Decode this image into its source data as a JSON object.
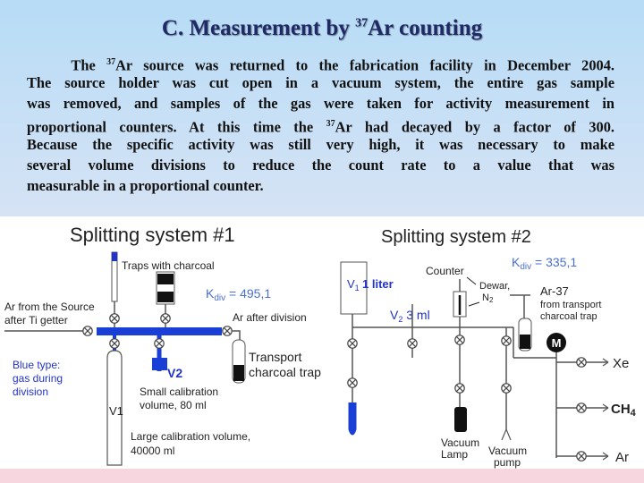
{
  "slide": {
    "title_prefix": "C. Measurement by ",
    "title_sup": "37",
    "title_suffix": "Ar counting",
    "para_lines": [
      {
        "a": "The ",
        "sup": "37",
        "b": "Ar source was returned to the fabrication facility in December 2004."
      },
      {
        "a": "The source holder was cut open in a vacuum system, the entire gas sample"
      },
      {
        "a": "was removed, and samples of the gas were taken for activity measurement in"
      },
      {
        "a": "proportional counters. At this time the ",
        "sup": "37",
        "b": "Ar had decayed by a factor of 300."
      },
      {
        "a": "Because the specific activity was still very high, it was necessary to make"
      },
      {
        "a": "several volume divisions to reduce the count rate to a value that was"
      },
      {
        "a": "measurable in a proportional counter."
      }
    ]
  },
  "diagram1": {
    "title": "Splitting system #1",
    "traps": "Traps with charcoal",
    "kdiv": "K",
    "kdiv_sub": "div",
    "kdiv_val": " = 495,1",
    "source_line1": "Ar from the Source",
    "source_line2": "after Ti getter",
    "after_division": "Ar after division",
    "transport_line1": "Transport",
    "transport_line2": "charcoal trap",
    "blue_line1": "Blue type:",
    "blue_line2": "gas during",
    "blue_line3": "division",
    "v2": "V2",
    "v1": "V1",
    "small_line1": "Small calibration",
    "small_line2": "volume, 80 ml",
    "large_line1": "Large calibration volume,",
    "large_line2": "40000 ml"
  },
  "diagram2": {
    "title": "Splitting system #2",
    "kdiv": "K",
    "kdiv_sub": "div",
    "kdiv_val": " = 335,1",
    "counter": "Counter",
    "v1": "V",
    "v1_sub": "1",
    "v1_val": " 1 liter",
    "v2": "V",
    "v2_sub": "2",
    "v2_val": " 3 ml",
    "dewar": "Dewar,",
    "n2": "N",
    "n2_sub": "2",
    "ar37": "Ar-37",
    "from_line1": "from transport",
    "from_line2": "charcoal trap",
    "m": "M",
    "xe": "Xe",
    "ch4": "CH",
    "ch4_sub": "4",
    "ar": "Ar",
    "vacuum_lamp_line1": "Vacuum",
    "vacuum_lamp_line2": "Lamp",
    "vacuum_pump_line1": "Vacuum",
    "vacuum_pump_line2": "pump"
  },
  "colors": {
    "title": "#1f2a66",
    "blue_gas": "#1a3fd6",
    "kdiv": "#4a6fd0",
    "label_blue": "#2233cc"
  }
}
